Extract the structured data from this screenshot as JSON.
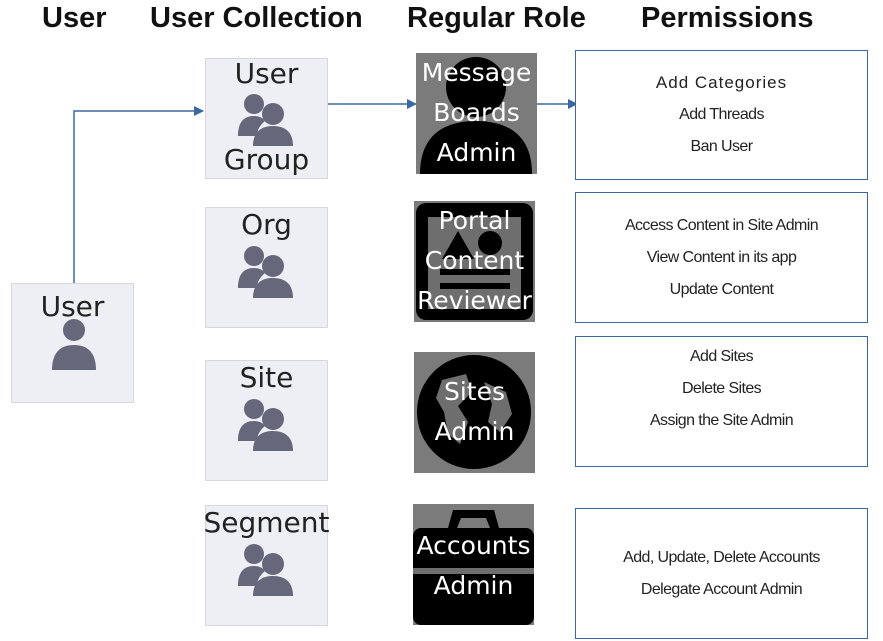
{
  "headers": {
    "user": "User",
    "collection": "User Collection",
    "role": "Regular Role",
    "permissions": "Permissions"
  },
  "user_box": {
    "label": "User",
    "icon": "person-icon"
  },
  "collections": [
    {
      "label_lines": [
        "User",
        "Group"
      ],
      "icon": "people-icon"
    },
    {
      "label_lines": [
        "Org"
      ],
      "icon": "people-icon"
    },
    {
      "label_lines": [
        "Site"
      ],
      "icon": "people-icon"
    },
    {
      "label_lines": [
        "Segment"
      ],
      "icon": "people-icon"
    }
  ],
  "roles": [
    {
      "lines": [
        "Message",
        "Boards",
        "Admin"
      ],
      "icon": "user-admin-icon"
    },
    {
      "lines": [
        "Portal",
        "Content",
        "Reviewer"
      ],
      "icon": "document-icon"
    },
    {
      "lines": [
        "Sites",
        "Admin"
      ],
      "icon": "globe-icon"
    },
    {
      "lines": [
        "Accounts",
        "Admin"
      ],
      "icon": "briefcase-icon"
    }
  ],
  "permissions": [
    [
      "Add Categories",
      "Add Threads",
      "Ban User"
    ],
    [
      "Access Content in Site Admin",
      "View Content in its app",
      "Update Content"
    ],
    [
      "Add Sites",
      "Delete Sites",
      "Assign the Site Admin"
    ],
    [
      "Add, Update, Delete Accounts",
      "Delegate Account Admin"
    ]
  ],
  "colors": {
    "arrow": "#3b68a3",
    "icon": "#66677b",
    "box_bg": "#eeeff4",
    "role_bg": "#7b7b7b"
  }
}
